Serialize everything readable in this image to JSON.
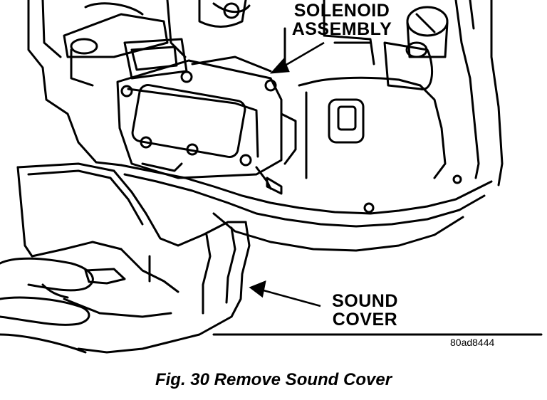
{
  "callouts": {
    "solenoid": {
      "line1": "SOLENOID",
      "line2": "ASSEMBLY"
    },
    "sound_cover": {
      "line1": "SOUND",
      "line2": "COVER"
    }
  },
  "reference_code": "80ad8444",
  "caption": "Fig. 30 Remove Sound Cover"
}
